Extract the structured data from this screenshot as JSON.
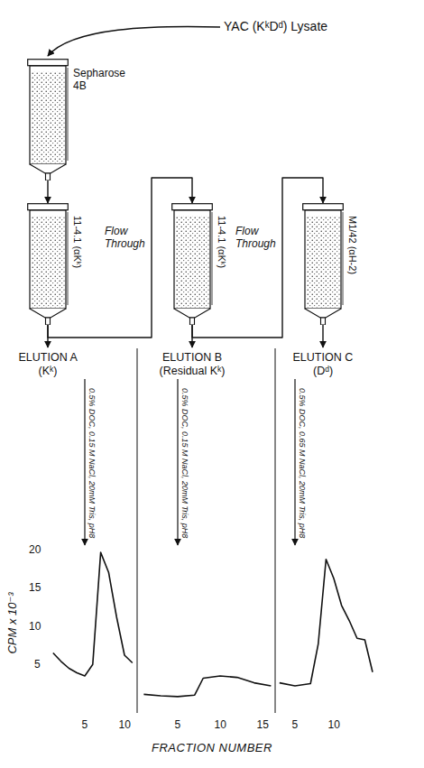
{
  "diagram": {
    "nodes": [
      {
        "text": [
          "Sepharose 4B"
        ]
      },
      {
        "text": [
          "11-4.1 (αKᵏ)"
        ]
      },
      {
        "text": [
          "11-4.1 (αKᵏ)"
        ]
      },
      {
        "text": [
          "M1/42 (αH-2)"
        ]
      }
    ],
    "edges": [
      {
        "from": 0,
        "to": 1,
        "arrow": "to"
      },
      {
        "from": 1,
        "to": 2,
        "label": "Flow Through",
        "arrow": "to"
      },
      {
        "from": 2,
        "to": 3,
        "label": "Flow Through",
        "arrow": "to"
      }
    ],
    "labels": [
      "YAC (KᵏDᵈ) Lysate",
      "ELUTION A",
      "(Kᵏ)",
      "ELUTION B",
      "(Residual Kᵏ)",
      "ELUTION C",
      "(Dᵈ)",
      "0.5% DOC, 0.15 M NaCl, 20mM Tris, pH8",
      "0.5% DOC, 0.15 M NaCl, 20mM Tris, pH8",
      "0.5% DOC, 0.65 M NaCl, 20mM Tris, pH8",
      "CPM x 10⁻³",
      "20",
      "15",
      "10",
      "5",
      "5",
      "10",
      "5",
      "10",
      "15",
      "5",
      "10",
      "FRACTION NUMBER"
    ]
  }
}
